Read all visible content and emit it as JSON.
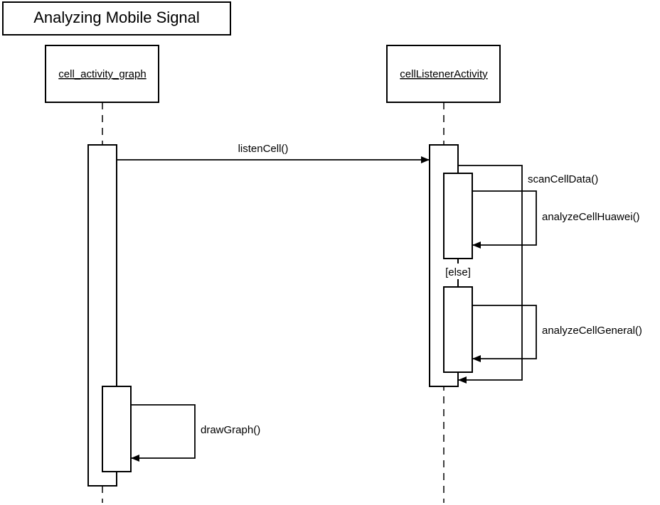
{
  "title": "Analyzing Mobile Signal",
  "participants": [
    {
      "id": "graph",
      "name": "cell_activity_graph"
    },
    {
      "id": "listener",
      "name": "cellListenerActivity"
    }
  ],
  "messages": [
    {
      "label": "listenCell()",
      "from": "cell_activity_graph",
      "to": "cellListenerActivity"
    },
    {
      "label": "scanCellData()",
      "from": "cellListenerActivity",
      "to": "cellListenerActivity"
    },
    {
      "label": "analyzeCellHuawei()",
      "from": "cellListenerActivity",
      "to": "cellListenerActivity"
    },
    {
      "label": "analyzeCellGeneral()",
      "from": "cellListenerActivity",
      "to": "cellListenerActivity"
    },
    {
      "label": "drawGraph()",
      "from": "cell_activity_graph",
      "to": "cell_activity_graph"
    }
  ],
  "guard": "[else]"
}
